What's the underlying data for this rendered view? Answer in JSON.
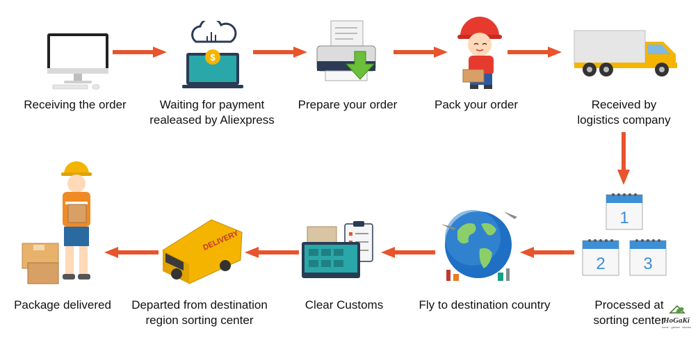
{
  "steps": [
    {
      "id": "receiving",
      "line1": "Receiving the order",
      "line2": ""
    },
    {
      "id": "waiting",
      "line1": "Waiting for payment",
      "line2": "realeased by Aliexpress"
    },
    {
      "id": "prepare",
      "line1": "Prepare your order",
      "line2": ""
    },
    {
      "id": "pack",
      "line1": "Pack your order",
      "line2": ""
    },
    {
      "id": "logistics",
      "line1": "Received by",
      "line2": "logistics company"
    },
    {
      "id": "processed",
      "line1": "Processed at",
      "line2": "sorting center"
    },
    {
      "id": "fly",
      "line1": "Fly to destination country",
      "line2": ""
    },
    {
      "id": "customs",
      "line1": "Clear Customs",
      "line2": ""
    },
    {
      "id": "departed",
      "line1": "Departed from destination",
      "line2": "region sorting center"
    },
    {
      "id": "delivered",
      "line1": "Package delivered",
      "line2": ""
    }
  ],
  "calendar_numbers": [
    "1",
    "2",
    "3"
  ],
  "truck_text": "DELIVERY",
  "logo": {
    "name": "HoGaKi",
    "tagline": "home · garden · kitchen"
  },
  "colors": {
    "arrow": "#e8542c",
    "truck_yellow": "#f5b400",
    "calendar_blue": "#3d8fd6"
  }
}
